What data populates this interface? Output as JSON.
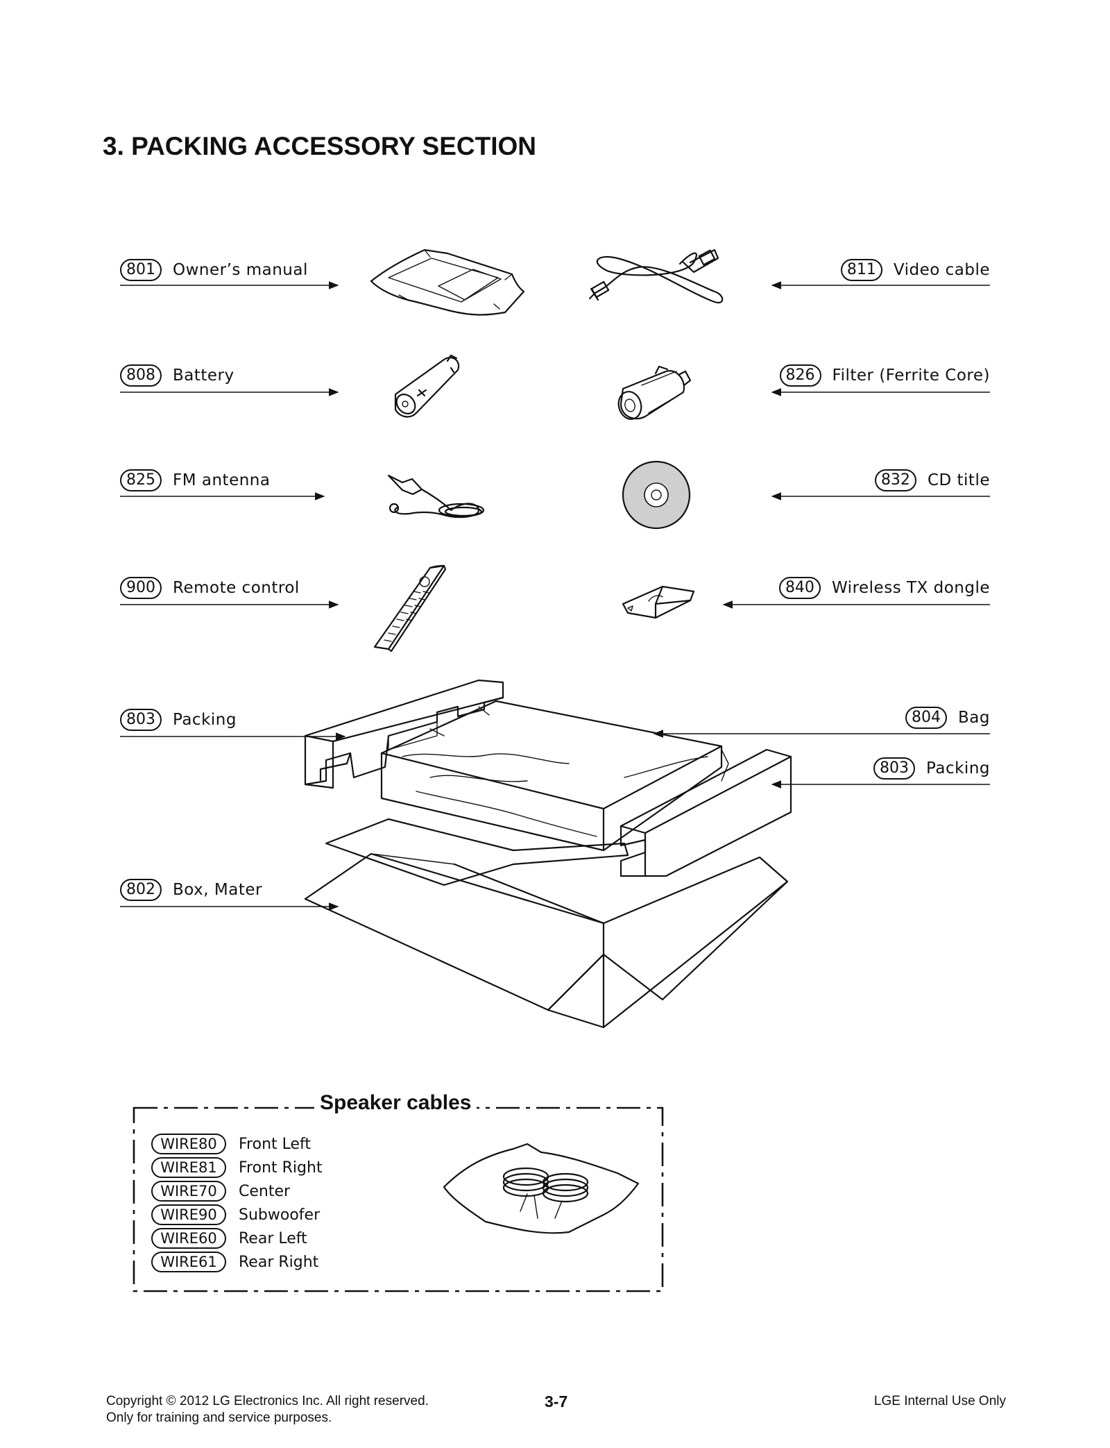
{
  "page": {
    "title": "3. PACKING ACCESSORY SECTION",
    "footer": {
      "copyright_line1": "Copyright © 2012 LG Electronics Inc. All right reserved.",
      "copyright_line2": "Only for training and service purposes.",
      "page_number": "3-7",
      "internal": "LGE Internal Use Only"
    }
  },
  "callouts_left": [
    {
      "num": "801",
      "label": "Owner’s manual"
    },
    {
      "num": "808",
      "label": "Battery"
    },
    {
      "num": "825",
      "label": "FM antenna"
    },
    {
      "num": "900",
      "label": "Remote control"
    },
    {
      "num": "803",
      "label": "Packing"
    },
    {
      "num": "802",
      "label": "Box, Mater"
    }
  ],
  "callouts_right": [
    {
      "num": "811",
      "label": "Video cable"
    },
    {
      "num": "826",
      "label": "Filter (Ferrite Core)"
    },
    {
      "num": "832",
      "label": "CD title"
    },
    {
      "num": "840",
      "label": "Wireless TX dongle"
    },
    {
      "num": "804",
      "label": "Bag"
    },
    {
      "num": "803",
      "label": "Packing"
    }
  ],
  "speaker_cables": {
    "title": "Speaker cables",
    "items": [
      {
        "code": "WIRE80",
        "name": "Front Left"
      },
      {
        "code": "WIRE81",
        "name": "Front Right"
      },
      {
        "code": "WIRE70",
        "name": "Center"
      },
      {
        "code": "WIRE90",
        "name": "Subwoofer"
      },
      {
        "code": "WIRE60",
        "name": "Rear Left"
      },
      {
        "code": "WIRE61",
        "name": "Rear Right"
      }
    ]
  }
}
